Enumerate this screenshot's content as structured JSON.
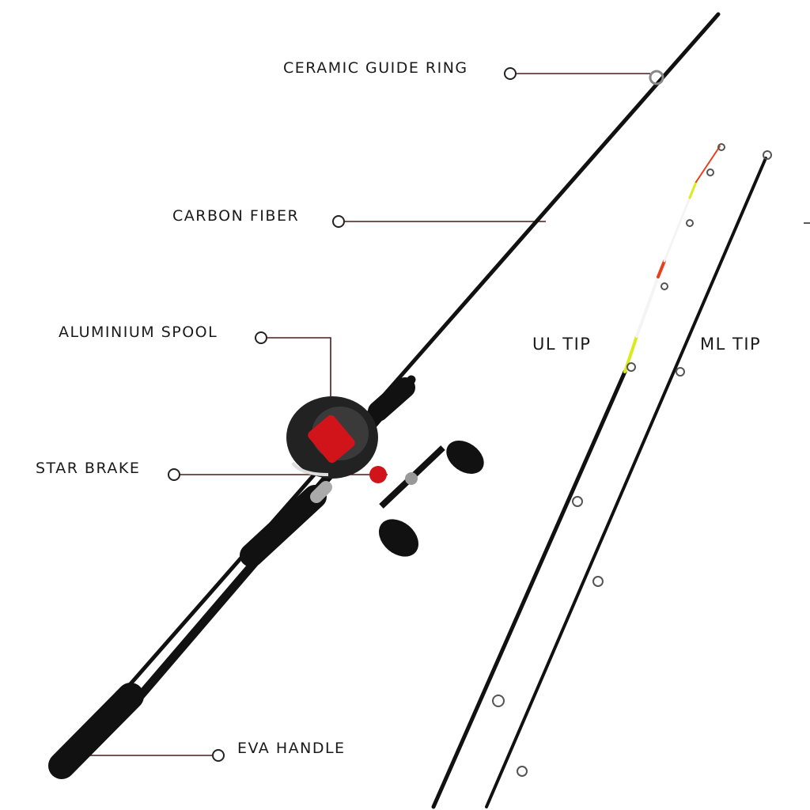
{
  "callouts": {
    "ceramic_guide_ring": "CERAMIC GUIDE RING",
    "carbon_fiber": "CARBON FIBER",
    "aluminium_spool": "ALUMINIUM SPOOL",
    "star_brake": "STAR BRAKE",
    "eva_handle": "EVA HANDLE"
  },
  "tips": {
    "ul": "UL TIP",
    "ml": "ML TIP"
  },
  "colors": {
    "rod": "#111111",
    "line": "#4a1c1c",
    "reel_accent": "#d0141a",
    "tip_yellow": "#d8ec1c",
    "tip_red": "#e8401c"
  }
}
